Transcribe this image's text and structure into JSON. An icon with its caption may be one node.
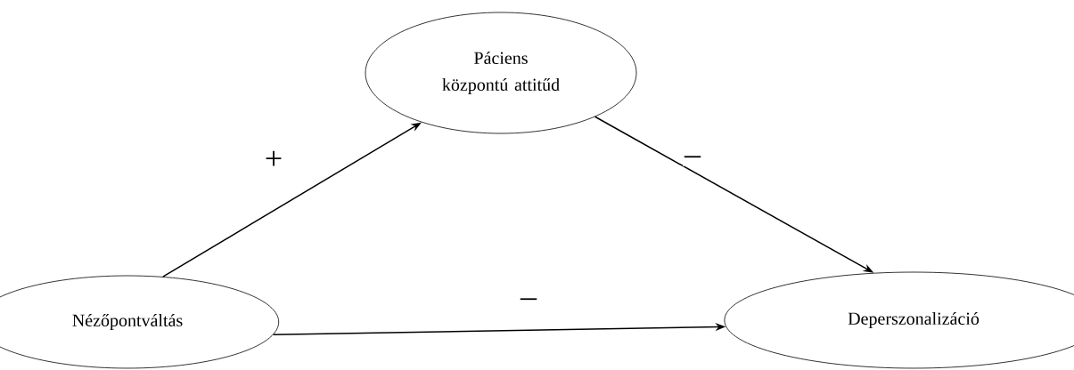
{
  "diagram": {
    "nodes": [
      {
        "text": [
          "Nézőpontváltás"
        ]
      },
      {
        "text": [
          "Páciens központú attitűd"
        ]
      },
      {
        "text": [
          "Deperszonalizáció"
        ]
      }
    ],
    "edges": [
      {
        "from": 0,
        "to": 1,
        "arrow": "to",
        "label": "+"
      },
      {
        "from": 1,
        "to": 2,
        "arrow": "to",
        "label": "–"
      },
      {
        "from": 0,
        "to": 2,
        "arrow": "to",
        "label": "–"
      }
    ]
  }
}
